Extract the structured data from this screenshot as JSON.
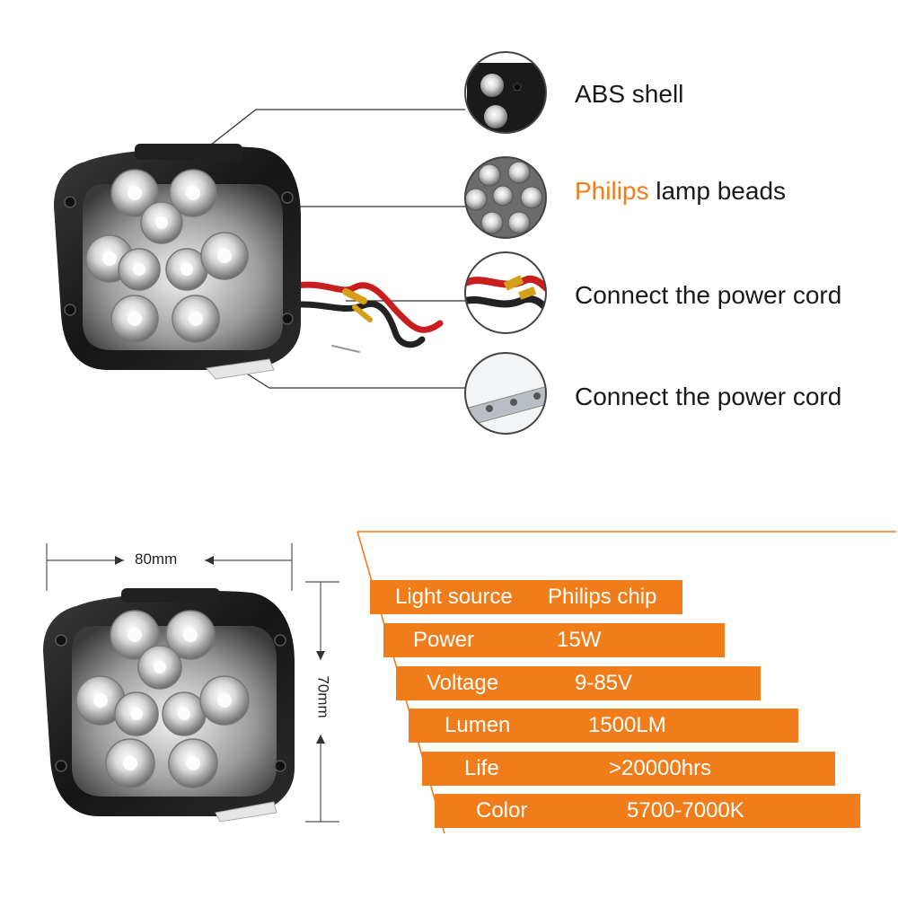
{
  "callouts": {
    "shell": "ABS shell",
    "beads_brand": "Philips",
    "beads_rest": " lamp beads",
    "cord": "Connect the power cord",
    "bracket": "Connect the power cord"
  },
  "dimensions": {
    "width": "80mm",
    "height": "70mm"
  },
  "specs": [
    {
      "label": "Light source",
      "value": "Philips chip"
    },
    {
      "label": "Power",
      "value": "15W"
    },
    {
      "label": "Voltage",
      "value": "9-85V"
    },
    {
      "label": "Lumen",
      "value": "1500LM"
    },
    {
      "label": "Life",
      "value": ">20000hrs"
    },
    {
      "label": "Color",
      "value": "5700-7000K"
    }
  ],
  "colors": {
    "accent": "#f07d1a",
    "lamp_body": "#1b1b1b"
  }
}
